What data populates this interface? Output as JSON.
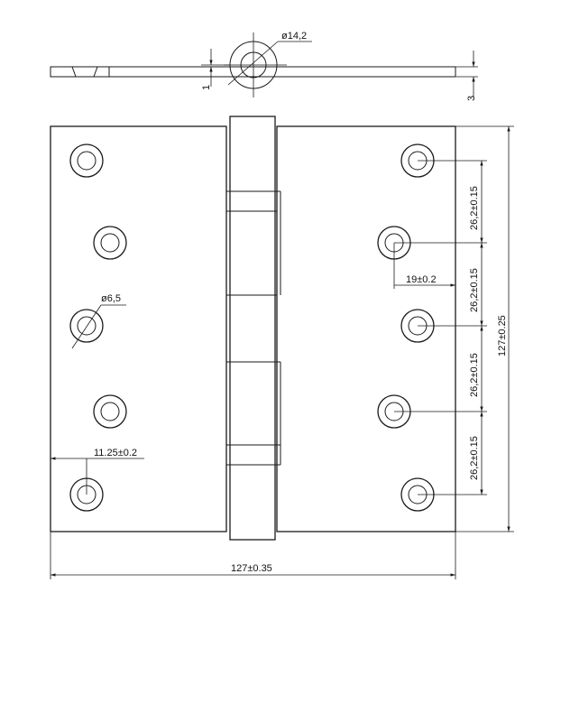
{
  "dimensions": {
    "pin_diameter": "ø14,2",
    "pin_offset": "1",
    "leaf_thickness": "3",
    "hole_diameter": "ø6,5",
    "edge_offset": "11.25±0.2",
    "hole_offset": "19±0.2",
    "pitch_1": "26,2±0.15",
    "pitch_2": "26,2±0.15",
    "pitch_3": "26,2±0.15",
    "pitch_4": "26,2±0.15",
    "height": "127±0.25",
    "width": "127±0.35"
  }
}
